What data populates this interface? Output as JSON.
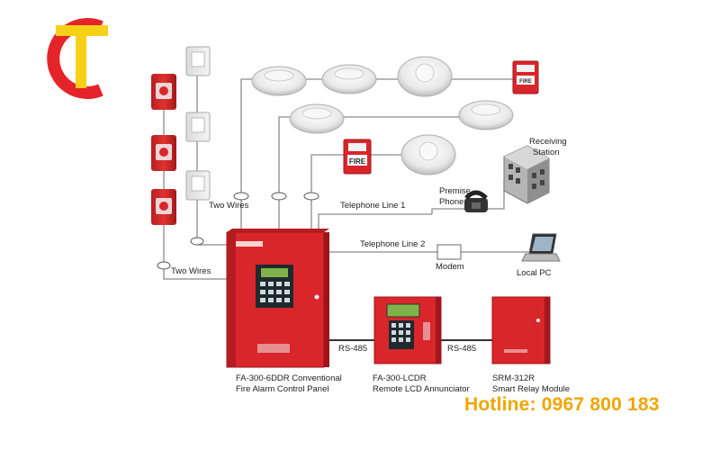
{
  "brand": {
    "logo_letters": "CT",
    "logo_colors": [
      "#e5242a",
      "#f7d117"
    ]
  },
  "hotline": "Hotline: 0967 800 183",
  "labels": {
    "two_wires_top": "Two Wires",
    "two_wires_bottom": "Two Wires",
    "telephone_line_1": "Telephone Line 1",
    "telephone_line_2": "Telephone Line 2",
    "premise_phone_1": "Premise",
    "premise_phone_2": "Phone",
    "receiving_station_1": "Receiving",
    "receiving_station_2": "Station",
    "modem": "Modem",
    "local_pc": "Local PC",
    "rs485_a": "RS-485",
    "rs485_b": "RS-485",
    "panel_name_1": "FA-300-6DDR Conventional",
    "panel_name_2": "Fire Alarm Control Panel",
    "annunciator_1": "FA-300-LCDR",
    "annunciator_2": "Remote LCD Annunciator",
    "relay_1": "SRM-312R",
    "relay_2": "Smart Relay Module",
    "fire_pull_text": "FIRE",
    "fire_pull_small_text": "FIRE"
  },
  "colors": {
    "panel_red": "#d9262b",
    "panel_dark": "#9e1519",
    "line": "#8a8a8a",
    "hotline": "#f0a500"
  }
}
